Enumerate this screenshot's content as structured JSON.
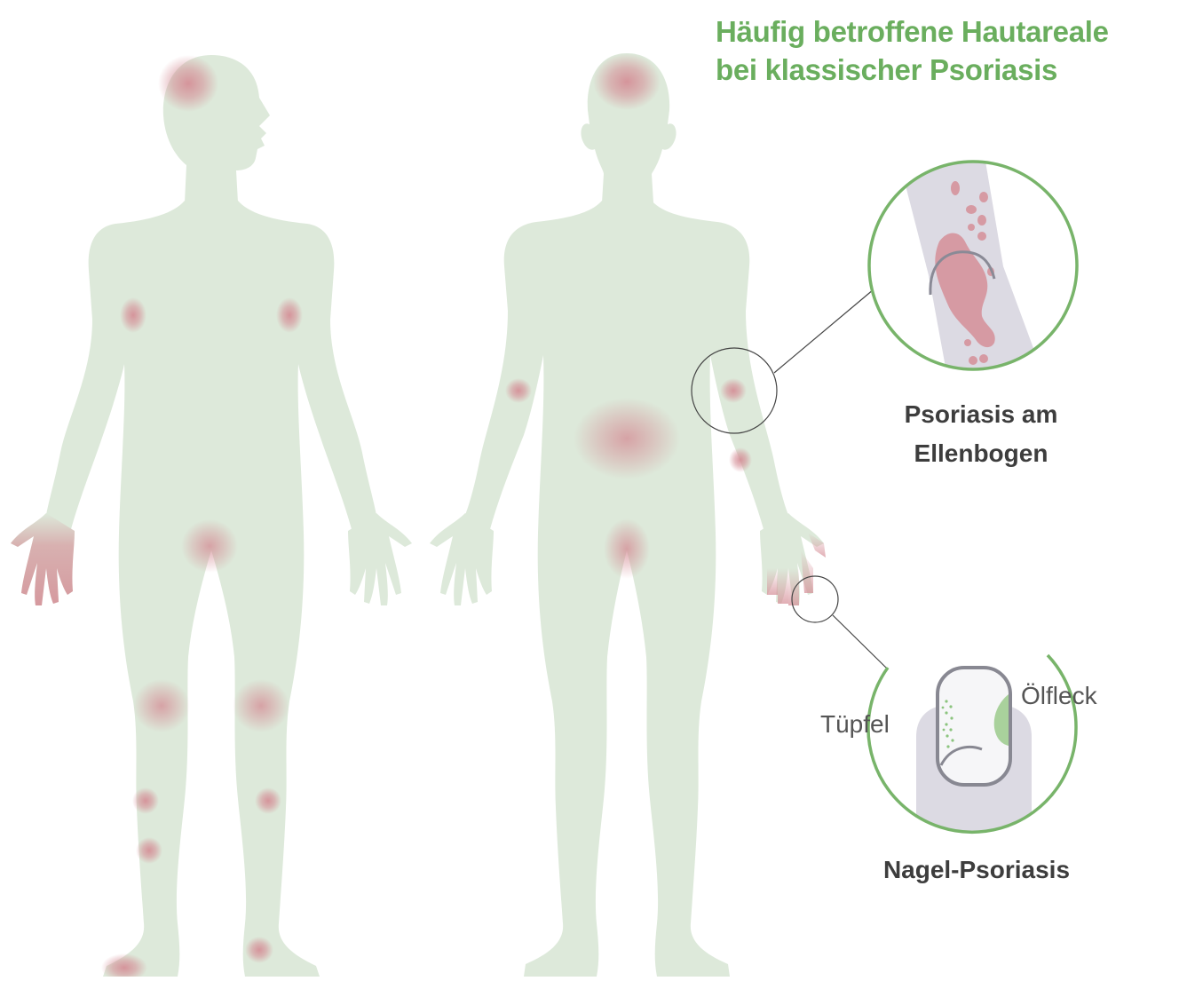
{
  "title": {
    "line1": "Häufig betroffene Hautareale",
    "line2": "bei klassischer Psoriasis"
  },
  "elbow_inset": {
    "caption_line1": "Psoriasis am",
    "caption_line2": "Ellenbogen"
  },
  "nail_inset": {
    "caption": "Nagel-Psoriasis",
    "label_pitting": "Tüpfel",
    "label_oil_spot": "Ölfleck"
  },
  "colors": {
    "body": "#dde9da",
    "lesion": "#d48b94",
    "accent_green": "#6aae5e",
    "inset_ring": "#78b46a",
    "skin_gray": "#dcdae3",
    "text": "#3d3d3d"
  }
}
